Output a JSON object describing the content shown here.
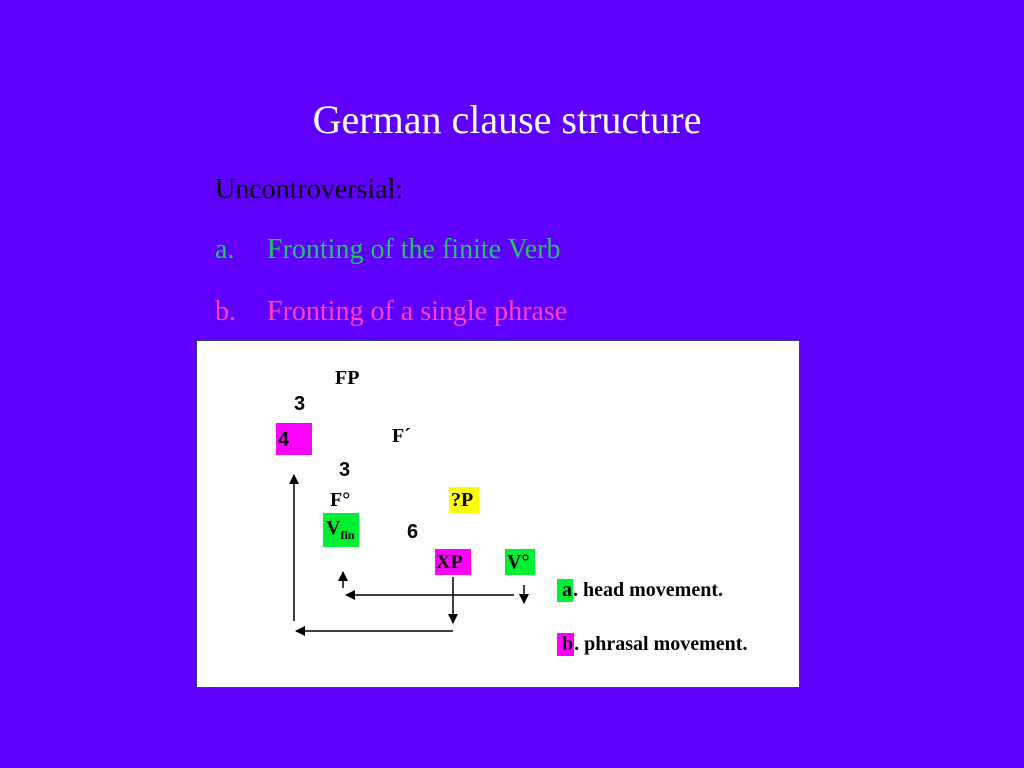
{
  "slide": {
    "title": "German clause structure",
    "intro": "Uncontroversial:",
    "items": [
      {
        "marker": "a.",
        "text": "Fronting of the finite Verb",
        "color": "#22c55e"
      },
      {
        "marker": "b.",
        "text": "Fronting of a single phrase",
        "color": "#ff40c0"
      }
    ]
  },
  "colors": {
    "background": "#5f00ff",
    "title": "#ffffff",
    "highlight_magenta": "#ff00ff",
    "highlight_green": "#00ee33",
    "highlight_yellow": "#ffff00"
  },
  "diagram": {
    "fp": "FP",
    "branch_top": "3",
    "spec": "4",
    "fbar": "F´",
    "branch_mid": "3",
    "f_head": "F°",
    "qp": "?P",
    "v": "V",
    "fin": "fin",
    "branch_low": "6",
    "xp": "XP",
    "v_head": "V°"
  },
  "legend": {
    "head_key": "a",
    "head_text": ". head movement.",
    "phrasal_key": "b",
    "phrasal_text": ". phrasal movement."
  }
}
